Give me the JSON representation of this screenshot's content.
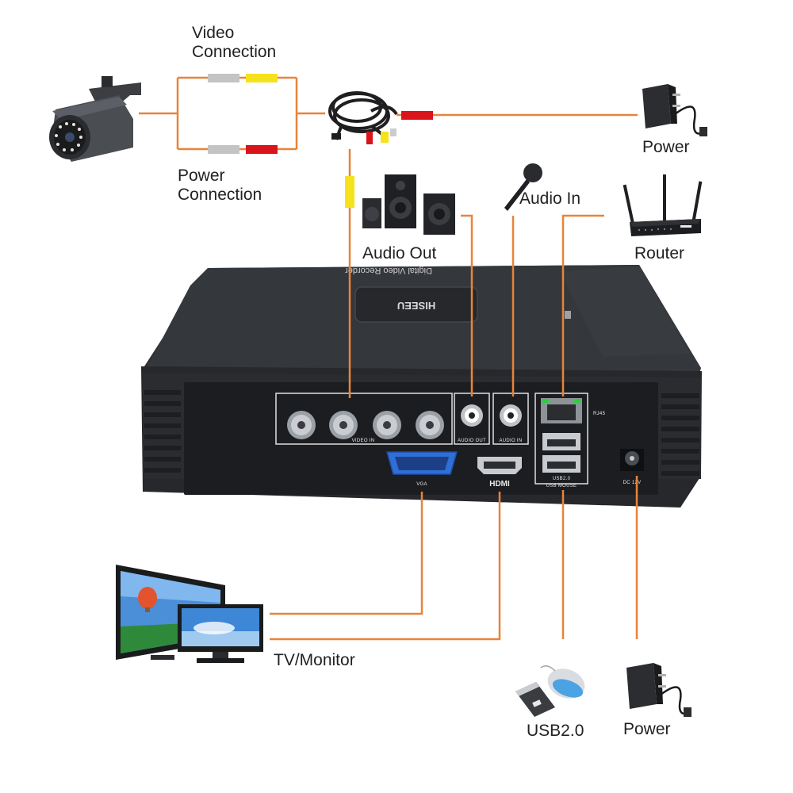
{
  "labels": {
    "video_connection_line1": "Video",
    "video_connection_line2": "Connection",
    "power_connection_line1": "Power",
    "power_connection_line2": "Connection",
    "power_top": "Power",
    "audio_in": "Audio In",
    "router": "Router",
    "audio_out": "Audio Out",
    "tv_monitor": "TV/Monitor",
    "usb": "USB2.0",
    "power_bottom": "Power"
  },
  "device": {
    "top_text": "Digital Video Recorder",
    "logo_text": "HISEEU",
    "panel": {
      "video_in": "VIDEO IN",
      "audio_out": "AUDIO OUT",
      "audio_in": "AUDIO IN",
      "rj45": "RJ45",
      "vga": "VGA",
      "hdmi": "HDMI",
      "usb_line1": "USB2.0",
      "usb_line2": "USB MOUSE",
      "dc": "DC 12V"
    }
  },
  "colors": {
    "wire": "#e8843a",
    "video_plug": "#f5e21a",
    "power_plug": "#d9141a",
    "device_body": "#2b2d31",
    "panel": "#1c1d20"
  }
}
